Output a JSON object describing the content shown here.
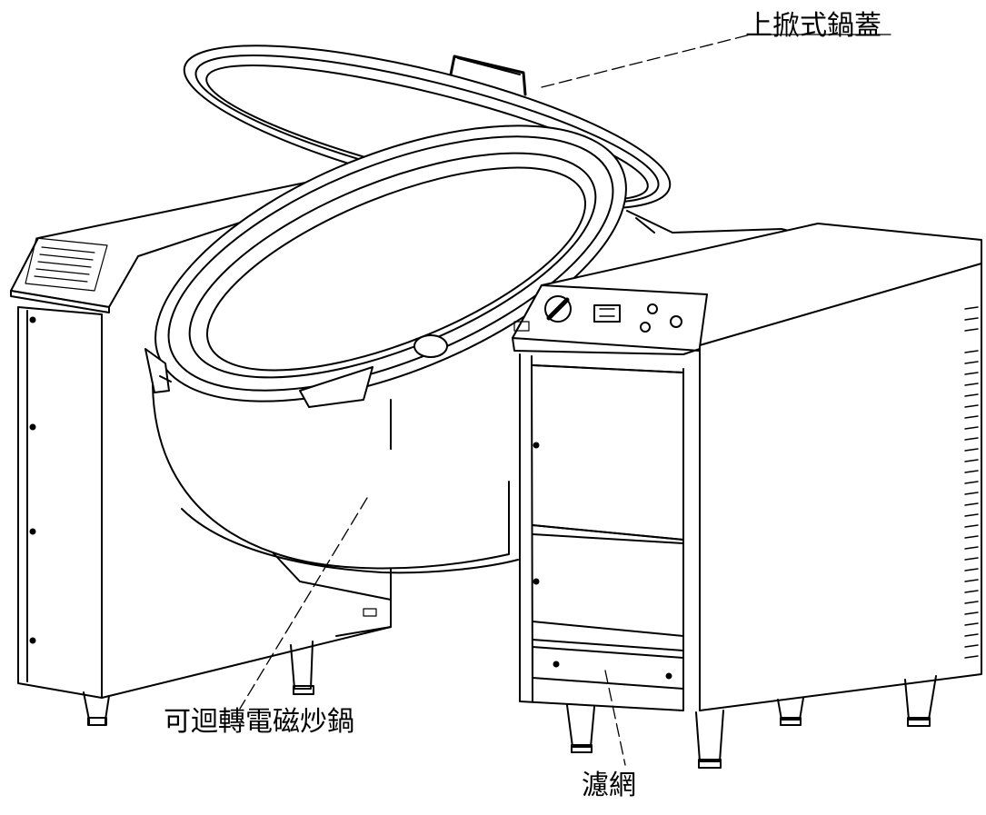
{
  "diagram": {
    "labels": {
      "lid": "上掀式鍋蓋",
      "wok": "可迴轉電磁炒鍋",
      "filter": "濾網"
    },
    "stroke_color": "#000000",
    "background": "#ffffff"
  }
}
